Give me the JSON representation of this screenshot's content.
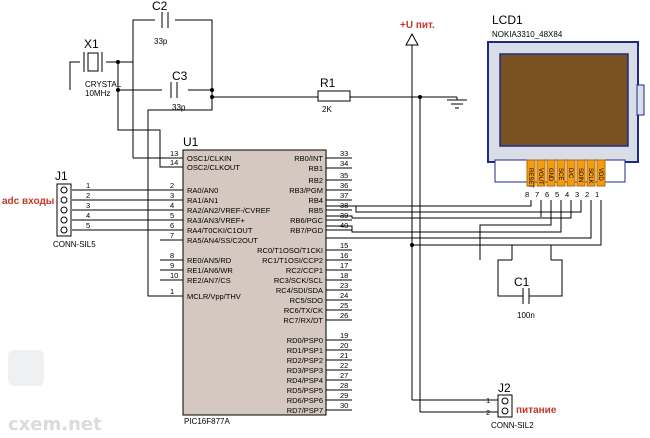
{
  "components": {
    "C2": {
      "ref": "C2",
      "value": "33p"
    },
    "C3": {
      "ref": "C3",
      "value": "33p"
    },
    "C1": {
      "ref": "C1",
      "value": "100n"
    },
    "X1": {
      "ref": "X1",
      "type": "CRYSTAL",
      "freq": "10MHz"
    },
    "R1": {
      "ref": "R1",
      "value": "2K"
    },
    "J1": {
      "ref": "J1",
      "type": "CONN-SIL5",
      "label": "adc входы",
      "pins": [
        "1",
        "2",
        "3",
        "4",
        "5"
      ]
    },
    "J2": {
      "ref": "J2",
      "type": "CONN-SIL2",
      "label": "питание",
      "pins": [
        "1",
        "2"
      ]
    },
    "power": {
      "label": "+U пит."
    },
    "U1": {
      "ref": "U1",
      "type": "PIC16F877A",
      "left_pins": [
        {
          "num": "13",
          "name": "OSC1/CLKIN"
        },
        {
          "num": "14",
          "name": "OSC2/CLKOUT"
        },
        {
          "num": "2",
          "name": "RA0/AN0"
        },
        {
          "num": "3",
          "name": "RA1/AN1"
        },
        {
          "num": "4",
          "name": "RA2/AN2/VREF-/CVREF"
        },
        {
          "num": "5",
          "name": "RA3/AN3/VREF+"
        },
        {
          "num": "6",
          "name": "RA4/T0CKI/C1OUT"
        },
        {
          "num": "7",
          "name": "RA5/AN4/SS/C2OUT"
        },
        {
          "num": "8",
          "name": "RE0/AN5/RD"
        },
        {
          "num": "9",
          "name": "RE1/AN6/WR"
        },
        {
          "num": "10",
          "name": "RE2/AN7/CS"
        },
        {
          "num": "1",
          "name": "MCLR/Vpp/THV"
        }
      ],
      "right_pins": [
        {
          "num": "33",
          "name": "RB0/INT"
        },
        {
          "num": "34",
          "name": "RB1"
        },
        {
          "num": "35",
          "name": "RB2"
        },
        {
          "num": "36",
          "name": "RB3/PGM"
        },
        {
          "num": "37",
          "name": "RB4"
        },
        {
          "num": "38",
          "name": "RB5"
        },
        {
          "num": "39",
          "name": "RB6/PGC"
        },
        {
          "num": "40",
          "name": "RB7/PGD"
        },
        {
          "num": "15",
          "name": "RC0/T1OSO/T1CKI"
        },
        {
          "num": "16",
          "name": "RC1/T1OSI/CCP2"
        },
        {
          "num": "17",
          "name": "RC2/CCP1"
        },
        {
          "num": "18",
          "name": "RC3/SCK/SCL"
        },
        {
          "num": "23",
          "name": "RC4/SDI/SDA"
        },
        {
          "num": "24",
          "name": "RC5/SDO"
        },
        {
          "num": "25",
          "name": "RC6/TX/CK"
        },
        {
          "num": "26",
          "name": "RC7/RX/DT"
        },
        {
          "num": "19",
          "name": "RD0/PSP0"
        },
        {
          "num": "20",
          "name": "RD1/PSP1"
        },
        {
          "num": "21",
          "name": "RD2/PSP2"
        },
        {
          "num": "22",
          "name": "RD3/PSP3"
        },
        {
          "num": "27",
          "name": "RD4/PSP4"
        },
        {
          "num": "28",
          "name": "RD5/PSP5"
        },
        {
          "num": "29",
          "name": "RD6/PSP6"
        },
        {
          "num": "30",
          "name": "RD7/PSP7"
        }
      ]
    },
    "LCD1": {
      "ref": "LCD1",
      "type": "NOKIA3310_48X84",
      "pins": [
        {
          "num": "8",
          "name": "RESET"
        },
        {
          "num": "7",
          "name": "VOUT"
        },
        {
          "num": "6",
          "name": "GND"
        },
        {
          "num": "5",
          "name": "SCE"
        },
        {
          "num": "4",
          "name": "D/C"
        },
        {
          "num": "3",
          "name": "SDIN"
        },
        {
          "num": "2",
          "name": "SCLK"
        },
        {
          "num": "1",
          "name": "VDD"
        }
      ]
    }
  },
  "watermark": "cxem.net",
  "colors": {
    "lcd_screen": "#7a5222",
    "lcd_frame": "#1d2a8a",
    "lcd_bezel": "#d8dde6",
    "pin_header": "#f39c12",
    "label_red": "#c0392b"
  }
}
